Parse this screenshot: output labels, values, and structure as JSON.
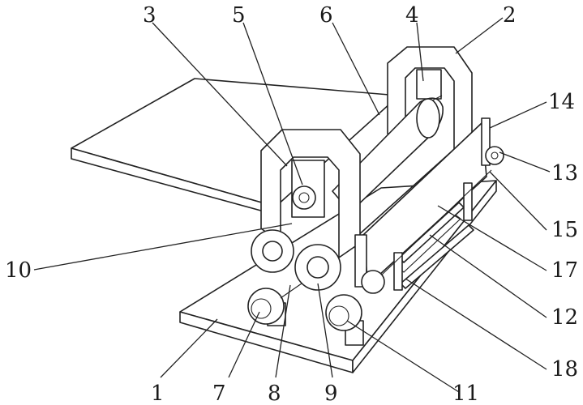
{
  "figure": {
    "labels": [
      "1",
      "2",
      "3",
      "4",
      "5",
      "6",
      "7",
      "8",
      "9",
      "10",
      "11",
      "12",
      "13",
      "14",
      "15",
      "17",
      "18"
    ]
  },
  "parts": {
    "p1": "1",
    "p2": "2",
    "p3": "3",
    "p4": "4",
    "p5": "5",
    "p6": "6",
    "p7": "7",
    "p8": "8",
    "p9": "9",
    "p10": "10",
    "p11": "11",
    "p12": "12",
    "p13": "13",
    "p14": "14",
    "p15": "15",
    "p17": "17",
    "p18": "18"
  },
  "colors": {
    "line": "#222222",
    "background": "#ffffff"
  }
}
